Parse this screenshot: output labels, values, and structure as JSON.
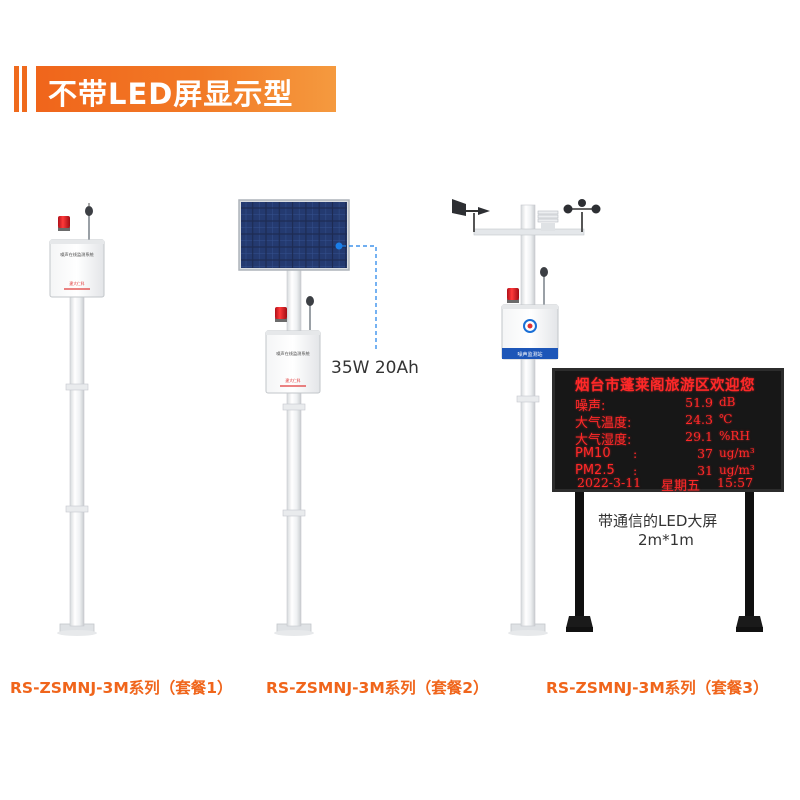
{
  "banner": {
    "title": "不带LED屏显示型",
    "color": "#f0651b"
  },
  "packages": [
    {
      "caption": "RS-ZSMNJ-3M系列（套餐1）",
      "box_label": "噪声在线监测系统",
      "box_sub": "建大仁科"
    },
    {
      "caption": "RS-ZSMNJ-3M系列（套餐2）",
      "box_label": "噪声在线监测系统",
      "box_sub": "建大仁科",
      "solar_spec": "35W  20Ah"
    },
    {
      "caption": "RS-ZSMNJ-3M系列（套餐3）",
      "box_label": "噪声监测站"
    }
  ],
  "led_screen": {
    "title": "烟台市蓬莱阁旅游区欢迎您",
    "rows": [
      {
        "label": "噪声:",
        "colon": "",
        "value": "51.9",
        "unit": "dB"
      },
      {
        "label": "大气温度:",
        "colon": "",
        "value": "24.3",
        "unit": "℃"
      },
      {
        "label": "大气湿度:",
        "colon": "",
        "value": "29.1",
        "unit": "%RH"
      },
      {
        "label": "PM10",
        "colon": ":",
        "value": "37",
        "unit": "ug/m³"
      },
      {
        "label": "PM2.5",
        "colon": ":",
        "value": "31",
        "unit": "ug/m³"
      }
    ],
    "date": "2022-3-11",
    "weekday": "星期五",
    "time": "15:57",
    "note_line1": "带通信的LED大屏",
    "note_line2": "2m*1m",
    "text_color": "#ff2828"
  }
}
